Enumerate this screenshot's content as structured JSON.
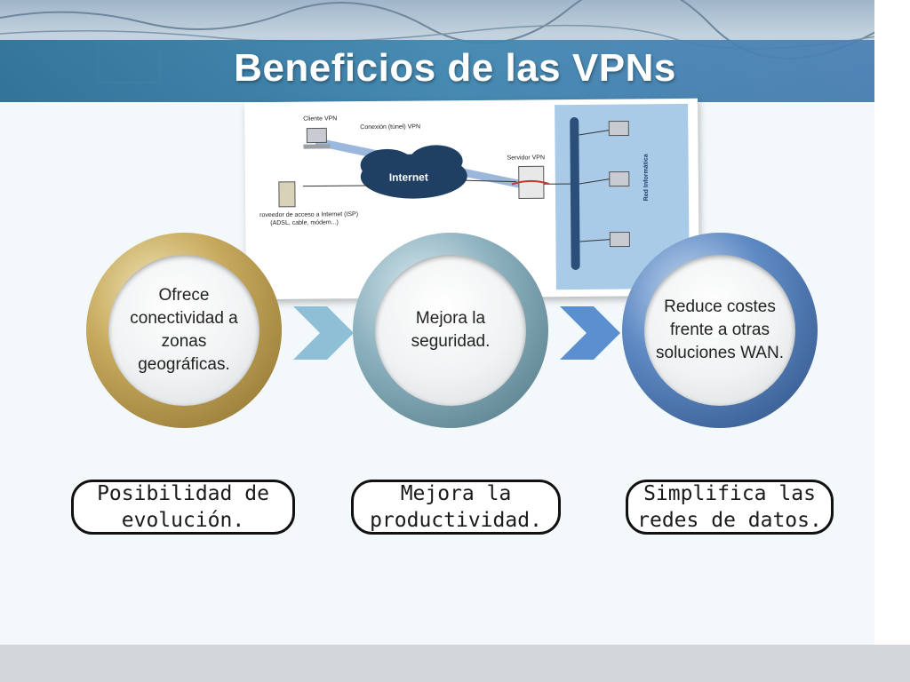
{
  "slide": {
    "title": "Beneficios de las VPNs"
  },
  "diagram": {
    "labels": {
      "client": "Cliente VPN",
      "tunnel": "Conexión (túnel) VPN",
      "internet": "Internet",
      "server": "Servidor VPN",
      "isp": "roveedor de acceso a Internet (ISP)",
      "isp_detail": "(ADSL, cable, módem...)",
      "network": "Red Informática"
    }
  },
  "circles": [
    {
      "text": "Ofrece conectividad a zonas geográficas."
    },
    {
      "text": "Mejora la seguridad."
    },
    {
      "text": "Reduce costes frente a otras soluciones WAN."
    }
  ],
  "benefits": [
    {
      "line1": "Posibilidad de",
      "line2": "evolución."
    },
    {
      "line1": "Mejora la",
      "line2": "productividad."
    },
    {
      "line1": "Simplifica las",
      "line2": "redes de datos."
    }
  ],
  "colors": {
    "header_band": "#2a6f97",
    "gold_ring": "#b89a4a",
    "teal_ring": "#6f9bab",
    "blue_ring": "#3a6aa6",
    "chevron": "#8fbfd6"
  }
}
